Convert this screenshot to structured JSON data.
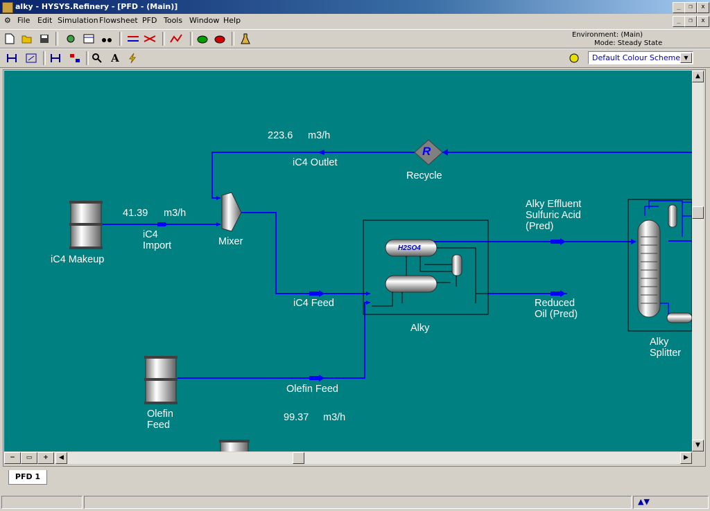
{
  "window": {
    "title": "alky - HYSYS.Refinery - [PFD -  (Main)]"
  },
  "menu": [
    "File",
    "Edit",
    "Simulation",
    "Flowsheet",
    "PFD",
    "Tools",
    "Window",
    "Help"
  ],
  "environment": {
    "line1": "Environment: (Main)",
    "line2": "Mode: Steady State"
  },
  "colour_scheme": {
    "selected": "Default Colour Scheme"
  },
  "pfd": {
    "labels": {
      "recycle_flow_value": "223.6",
      "recycle_flow_unit": "m3/h",
      "ic4_outlet": "iC4 Outlet",
      "recycle": "Recycle",
      "recycle_symbol": "R",
      "import_flow_value": "41.39",
      "import_flow_unit": "m3/h",
      "ic4_import": "iC4\nImport",
      "ic4_makeup": "iC4 Makeup",
      "mixer": "Mixer",
      "ic4_feed": "iC4 Feed",
      "alky": "Alky",
      "h2so4": "H2SO4",
      "alky_effluent": "Alky Effluent\nSulfuric Acid\n(Pred)",
      "reduced_oil": "Reduced\nOil (Pred)",
      "alky_splitter": "Alky\nSplitter",
      "olefin_feed_stream": "Olefin Feed",
      "olefin_feed_tank": "Olefin\nFeed",
      "olefin_flow_value": "99.37",
      "olefin_flow_unit": "m3/h"
    }
  },
  "tabs": [
    "PFD 1"
  ],
  "colors": {
    "canvas": "#008080",
    "stream": "#0000ff",
    "label": "#ffffff"
  }
}
